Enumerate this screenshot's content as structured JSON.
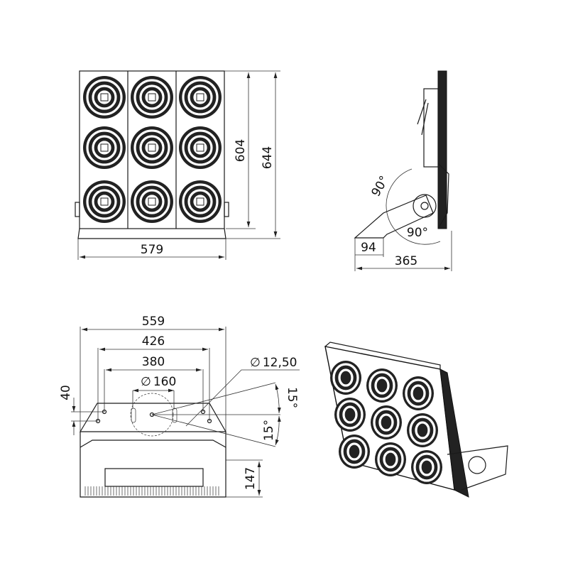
{
  "title": "Floodlight dimensional drawing",
  "front_view": {
    "height_inner": "604",
    "height_total": "644",
    "width": "579"
  },
  "side_view": {
    "angle_up": "90°",
    "angle_down": "90°",
    "bracket_depth": "94",
    "depth_total": "365"
  },
  "bottom_view": {
    "width_total": "559",
    "hole_span_outer": "426",
    "hole_span_inner": "380",
    "center_hole": "160",
    "hole_diameter": "12,50",
    "offset": "40",
    "angle_up": "15°",
    "angle_down": "15°",
    "depth": "147"
  },
  "diameter_symbol": "∅",
  "colors": {
    "line": "#1a1a1a",
    "background": "#ffffff"
  }
}
